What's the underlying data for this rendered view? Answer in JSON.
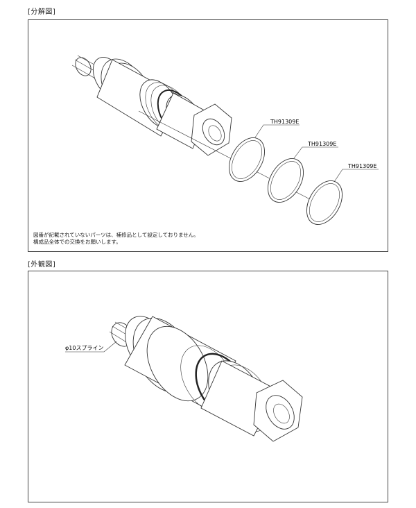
{
  "exploded_section": {
    "title": "[分解図]",
    "parts": [
      {
        "part_no": "TH91309E"
      },
      {
        "part_no": "TH91309E"
      },
      {
        "part_no": "TH91309E"
      }
    ],
    "notes": [
      "図番が記載されていないパーツは、補修品として設定しておりません。",
      "構成品全体での交換をお願いします。"
    ]
  },
  "exterior_section": {
    "title": "[外観図]",
    "callout": "φ10スプライン"
  }
}
